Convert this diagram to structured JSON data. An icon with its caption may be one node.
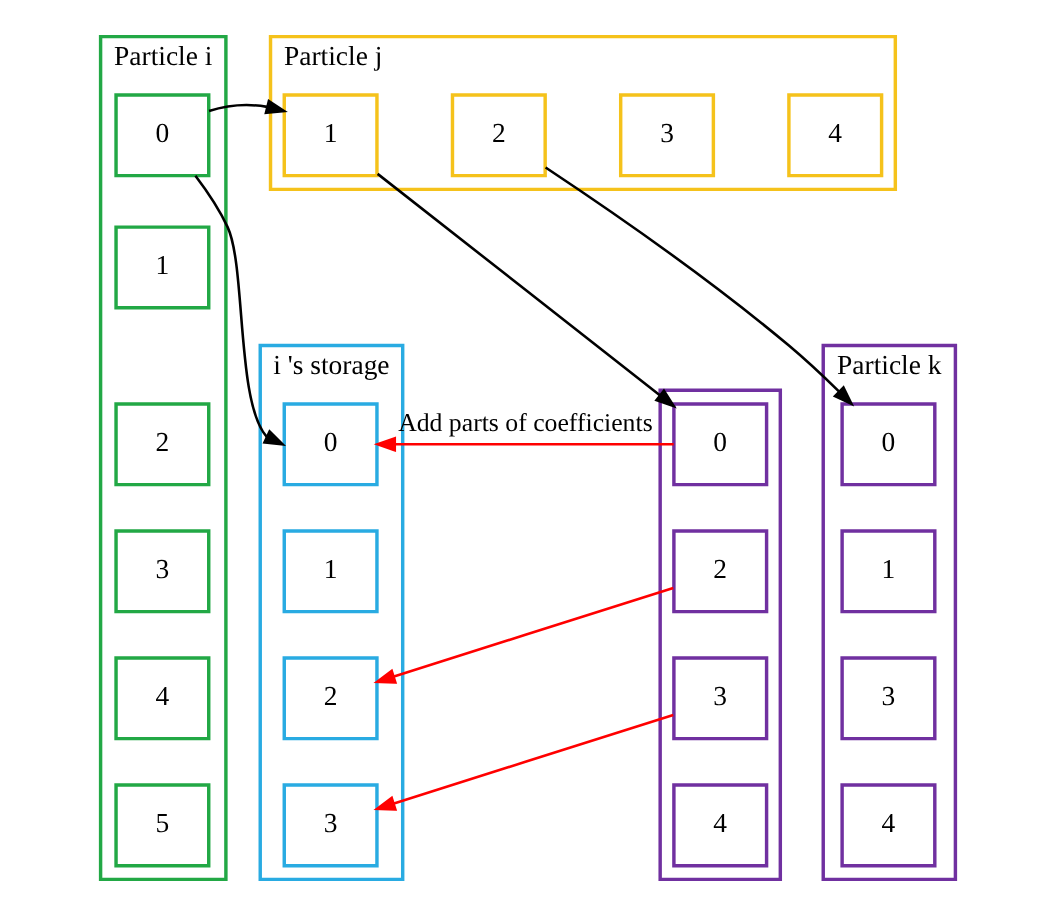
{
  "diagram": {
    "nodes": [
      {
        "text": [
          "Particle i"
        ]
      },
      {
        "text": [
          "0"
        ],
        "in": 0
      },
      {
        "text": [
          "1"
        ],
        "in": 0
      },
      {
        "text": [
          "2"
        ],
        "in": 0
      },
      {
        "text": [
          "3"
        ],
        "in": 0
      },
      {
        "text": [
          "4"
        ],
        "in": 0
      },
      {
        "text": [
          "5"
        ],
        "in": 0
      },
      {
        "text": [
          "Particle j"
        ]
      },
      {
        "text": [
          "1"
        ],
        "in": 7
      },
      {
        "text": [
          "2"
        ],
        "in": 7
      },
      {
        "text": [
          "3"
        ],
        "in": 7
      },
      {
        "text": [
          "4"
        ],
        "in": 7
      },
      {
        "text": [
          "i 's storage"
        ]
      },
      {
        "text": [
          "0"
        ],
        "in": 12
      },
      {
        "text": [
          "1"
        ],
        "in": 12
      },
      {
        "text": [
          "2"
        ],
        "in": 12
      },
      {
        "text": [
          "3"
        ],
        "in": 12
      },
      {
        "text": [],
        "shape": "box"
      },
      {
        "text": [
          "0"
        ],
        "in": 17
      },
      {
        "text": [
          "2"
        ],
        "in": 17
      },
      {
        "text": [
          "3"
        ],
        "in": 17
      },
      {
        "text": [
          "4"
        ],
        "in": 17
      },
      {
        "text": [
          "Particle k"
        ]
      },
      {
        "text": [
          "0"
        ],
        "in": 22
      },
      {
        "text": [
          "1"
        ],
        "in": 22
      },
      {
        "text": [
          "3"
        ],
        "in": 22
      },
      {
        "text": [
          "4"
        ],
        "in": 22
      }
    ],
    "edges": [
      {
        "from": 1,
        "to": 8,
        "arrow": "to"
      },
      {
        "from": 1,
        "to": 13,
        "arrow": "to"
      },
      {
        "from": 8,
        "to": 18,
        "arrow": "to"
      },
      {
        "from": 9,
        "to": 23,
        "arrow": "to"
      },
      {
        "from": 18,
        "to": 13,
        "arrow": "to",
        "label": "Add parts of coefficients",
        "color": "#ff0000"
      },
      {
        "from": 19,
        "to": 15,
        "arrow": "to",
        "color": "#ff0000"
      },
      {
        "from": 20,
        "to": 16,
        "arrow": "to",
        "color": "#ff0000"
      }
    ]
  }
}
